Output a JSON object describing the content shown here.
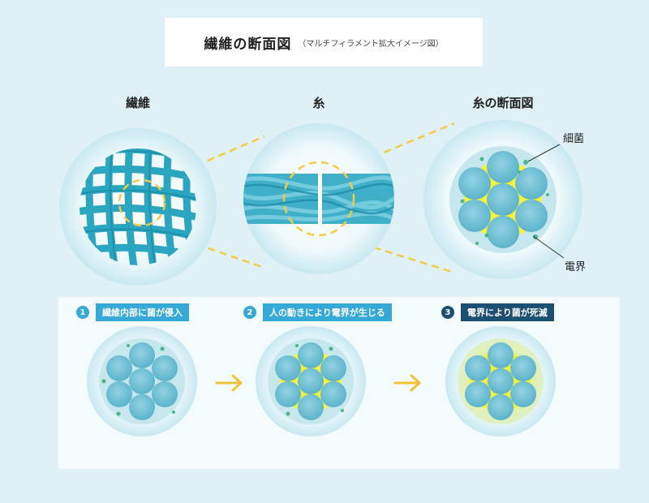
{
  "title": {
    "main": "繊維の断面図",
    "sub": "（マルチフィラメント拡大イメージ図）"
  },
  "columns": [
    {
      "label": "繊維"
    },
    {
      "label": "糸"
    },
    {
      "label": "糸の断面図"
    }
  ],
  "callouts": {
    "bacteria": "細菌",
    "field": "電界"
  },
  "steps": [
    {
      "number": "1",
      "label": "繊維内部に菌が侵入",
      "color": "#35a9d8"
    },
    {
      "number": "2",
      "label": "人の動きにより電界が生じる",
      "color": "#35a9d8"
    },
    {
      "number": "3",
      "label": "電界により菌が死滅",
      "color": "#1d4f72"
    }
  ],
  "colors": {
    "background": "#dff0f6",
    "fiber": "#2ba6c0",
    "filament": "#79c3d6",
    "field_yellow": "#f3f23c",
    "dash": "#f2cc48",
    "arrow": "#f2c23a"
  }
}
